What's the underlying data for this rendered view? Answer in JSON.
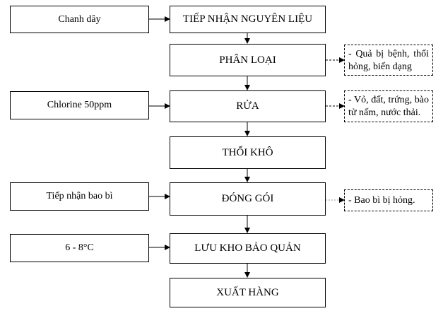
{
  "inputs": [
    "Chanh dây",
    "Chlorine 50ppm",
    "Tiếp nhận bao bì",
    "6 - 8°C"
  ],
  "steps": [
    "TIẾP NHẬN NGUYÊN LIỆU",
    "PHÂN LOẠI",
    "RỬA",
    "THỔI KHÔ",
    "ĐÓNG GÓI",
    "LƯU KHO BẢO QUẢN",
    "XUẤT HÀNG"
  ],
  "outputs": [
    "- Quả bị bệnh, thối hỏng, biến dạng",
    "- Vỏ, đất, trứng, bào tử nấm, nước thải.",
    "- Bao bì bị hỏng."
  ]
}
